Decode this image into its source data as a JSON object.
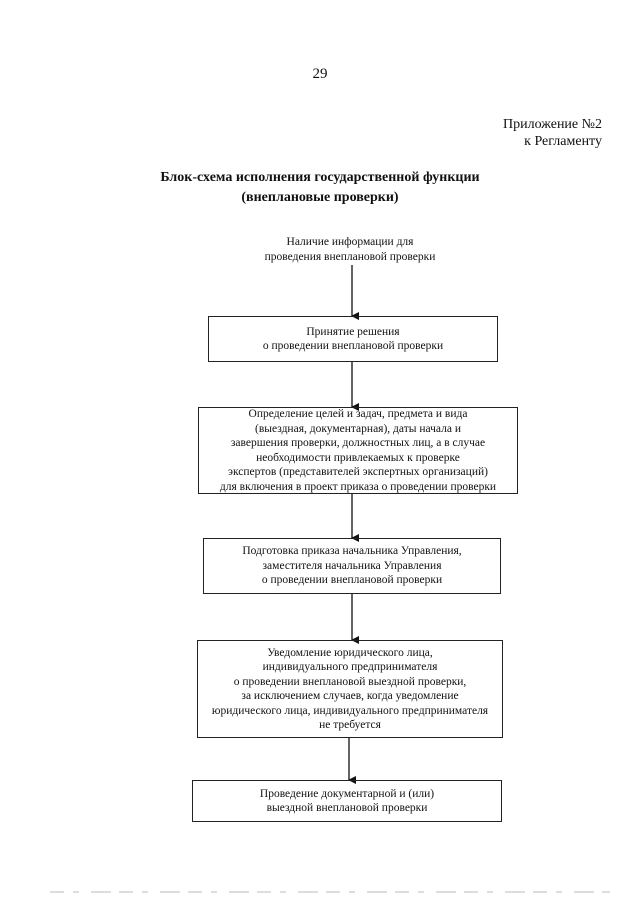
{
  "page_number": "29",
  "appendix": {
    "line1": "Приложение №2",
    "line2": "к Регламенту"
  },
  "title": {
    "line1": "Блок-схема исполнения государственной функции",
    "line2": "(внеплановые проверки)"
  },
  "flow": {
    "start": [
      "Наличие информации для",
      "проведения внеплановой проверки"
    ],
    "steps": [
      {
        "lines": [
          "Принятие решения",
          "о проведении внеплановой проверки"
        ]
      },
      {
        "lines": [
          "Определение целей и задач, предмета и вида",
          "(выездная, документарная), даты начала и",
          "завершения проверки, должностных лиц, а в случае",
          "необходимости привлекаемых к проверке",
          "экспертов (представителей экспертных организаций)",
          "для включения в проект  приказа о проведении проверки"
        ]
      },
      {
        "lines": [
          "Подготовка приказа начальника Управления,",
          "заместителя начальника Управления",
          "о проведении внеплановой проверки"
        ]
      },
      {
        "lines": [
          "Уведомление юридического лица,",
          "индивидуального предпринимателя",
          "о проведении внеплановой выездной проверки,",
          "за исключением случаев, когда уведомление",
          "юридического лица, индивидуального предпринимателя",
          "не требуется"
        ]
      },
      {
        "lines": [
          "Проведение документарной и (или)",
          "выездной внеплановой проверки"
        ]
      }
    ]
  }
}
